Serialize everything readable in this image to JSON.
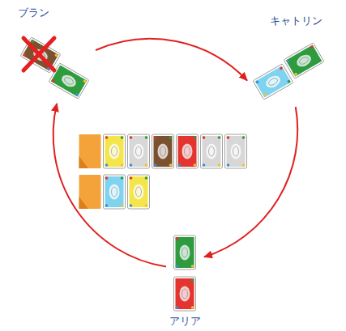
{
  "diagram": {
    "nodes": [
      {
        "text": [
          "ブラン"
        ]
      },
      {
        "text": [
          "キャトリン"
        ]
      },
      {
        "text": [
          "アリア"
        ]
      }
    ],
    "edges": [
      {
        "from": 0,
        "to": 1,
        "arrow": "to"
      },
      {
        "from": 1,
        "to": 2,
        "arrow": "to"
      },
      {
        "from": 2,
        "to": 0,
        "arrow": "to"
      }
    ]
  }
}
